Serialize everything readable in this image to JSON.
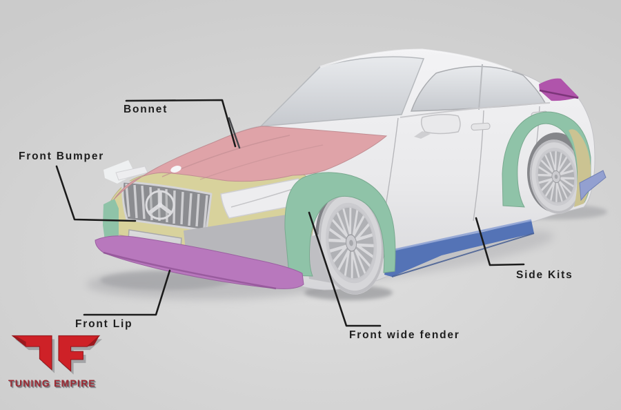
{
  "labels": {
    "bonnet": "Bonnet",
    "front_bumper": "Front Bumper",
    "front_lip": "Front Lip",
    "front_wide_fender": "Front wide fender",
    "side_kits": "Side Kits"
  },
  "logo": {
    "brand": "TUNING EMPIRE"
  },
  "colors": {
    "bonnet": "#dfa3a8",
    "front_bumper": "#d8d29c",
    "front_lip": "#b878bd",
    "fender": "#8fc3a8",
    "side_kit": "#5473b6",
    "rear_spoiler": "#b054ab",
    "rear_diffuser": "#93a0d0",
    "rear_bumper_accent": "#cbc392",
    "logo_red": "#ce2127",
    "label_text": "#1e1e1e",
    "leader_line": "#1b1b1b",
    "background": "#d0d0d0"
  }
}
